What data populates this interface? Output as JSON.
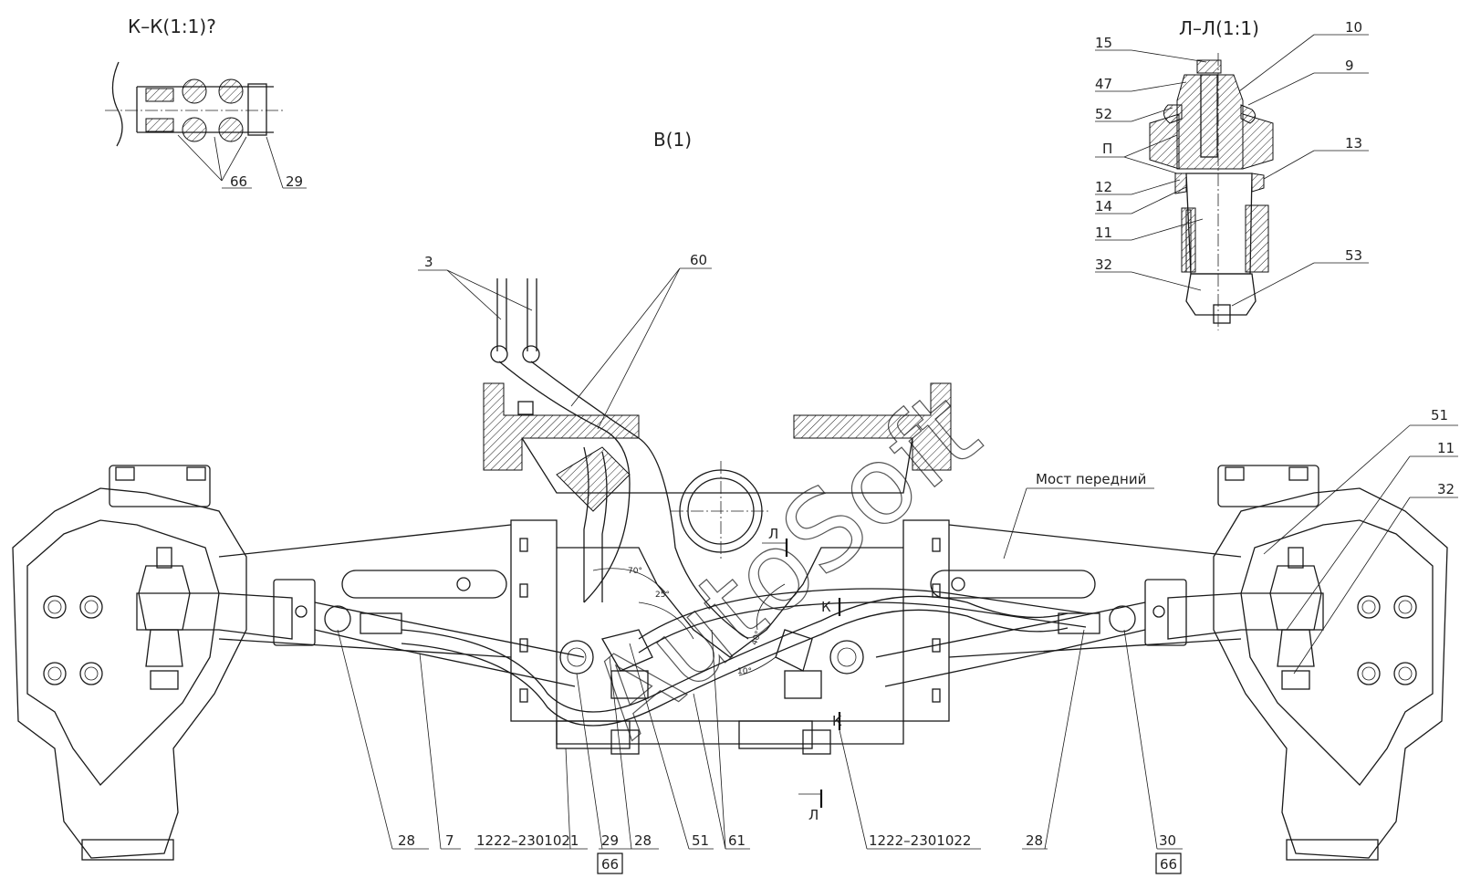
{
  "titles": {
    "section_k": "К–К(1:1)?",
    "view_b": "В(1)",
    "section_l": "Л–Л(1:1)",
    "front_axle": "Мост передний"
  },
  "watermark": "AutoSoft",
  "cut_marks": {
    "k_top": "К",
    "k_bottom": "К",
    "l_top": "Л",
    "l_bottom": "Л"
  },
  "angles": {
    "a70": "70°",
    "a25": "25°",
    "a40": "40°",
    "a10": "10°"
  },
  "labels_k_section": [
    "66",
    "29"
  ],
  "labels_l_section": {
    "left": [
      "15",
      "47",
      "52",
      "П",
      "12",
      "14",
      "11",
      "32"
    ],
    "right": [
      "10",
      "9",
      "13",
      "53"
    ]
  },
  "labels_top": [
    "3",
    "60"
  ],
  "labels_right": [
    "51",
    "11",
    "32"
  ],
  "labels_bottom": [
    "28",
    "7",
    "1222–2301021",
    "29",
    "66",
    "28",
    "51",
    "61",
    "1222–2301022",
    "28",
    "30",
    "66"
  ]
}
